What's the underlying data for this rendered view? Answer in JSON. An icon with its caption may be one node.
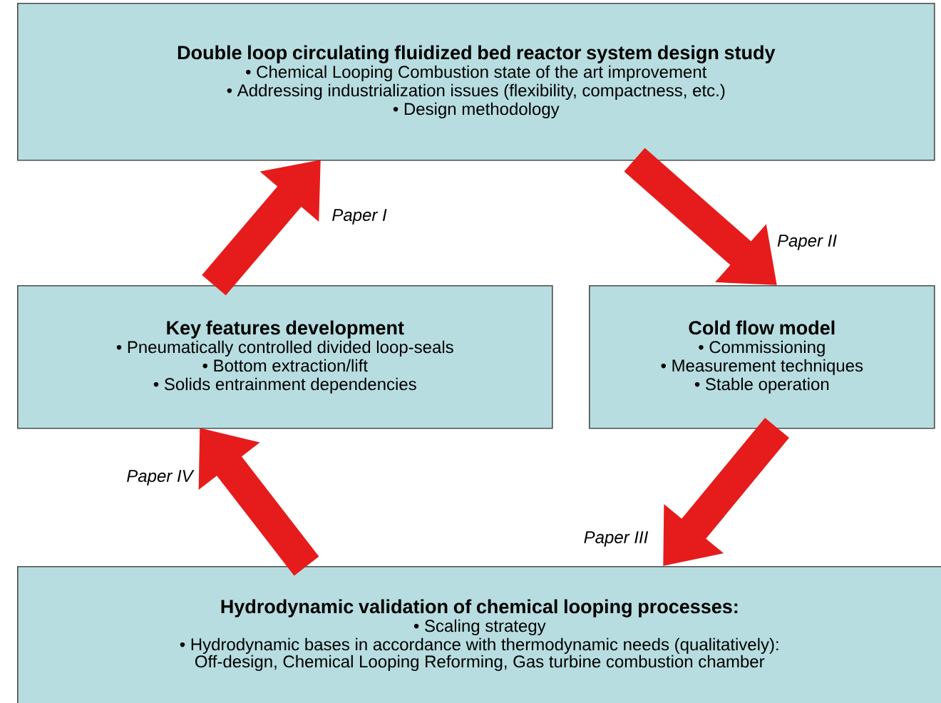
{
  "diagram": {
    "nodes": [
      {
        "text": [
          "Double loop circulating fluidized bed reactor system design study",
          "• Chemical Looping Combustion state of the art improvement",
          "• Addressing industrialization issues (flexibility, compactness, etc.)",
          "• Design methodology"
        ]
      },
      {
        "text": [
          "Key features development",
          "• Pneumatically controlled divided loop-seals",
          "• Bottom extraction/lift",
          "• Solids entrainment dependencies"
        ]
      },
      {
        "text": [
          "Cold flow model",
          "• Commissioning",
          "• Measurement techniques",
          "• Stable operation"
        ]
      },
      {
        "text": [
          "Hydrodynamic validation of chemical looping processes:",
          "• Scaling strategy",
          "• Hydrodynamic bases in accordance with thermodynamic needs (qualitatively): Off-design, Chemical Looping Reforming, Gas turbine combustion chamber"
        ]
      }
    ],
    "edges": [
      {
        "from": 1,
        "to": 0,
        "arrow": "to",
        "label": "Paper I"
      },
      {
        "from": 0,
        "to": 2,
        "arrow": "to",
        "label": "Paper II"
      },
      {
        "from": 2,
        "to": 3,
        "arrow": "to",
        "label": "Paper III"
      },
      {
        "from": 3,
        "to": 1,
        "arrow": "to",
        "label": "Paper IV"
      }
    ]
  }
}
